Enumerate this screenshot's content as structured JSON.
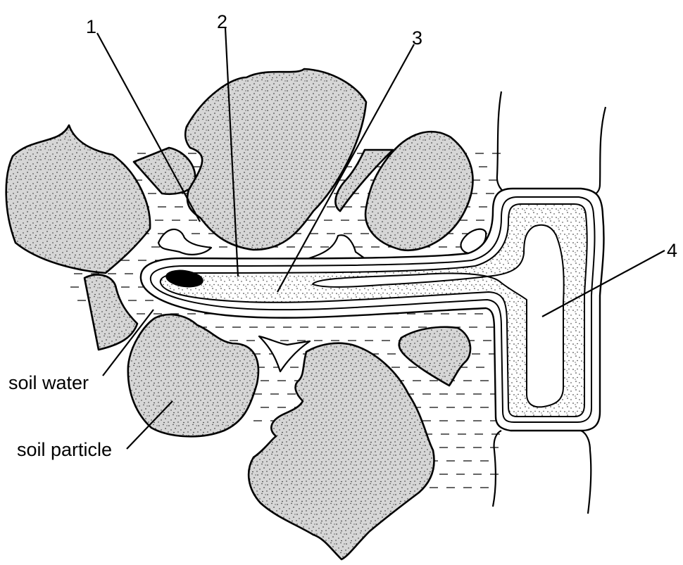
{
  "labels": {
    "l1": "1",
    "l2": "2",
    "l3": "3",
    "l4": "4",
    "soil_water": "soil water",
    "soil_particle": "soil particle"
  },
  "colors": {
    "soil_fill": "#d6d6d6",
    "ink": "#000000",
    "background": "#ffffff"
  }
}
